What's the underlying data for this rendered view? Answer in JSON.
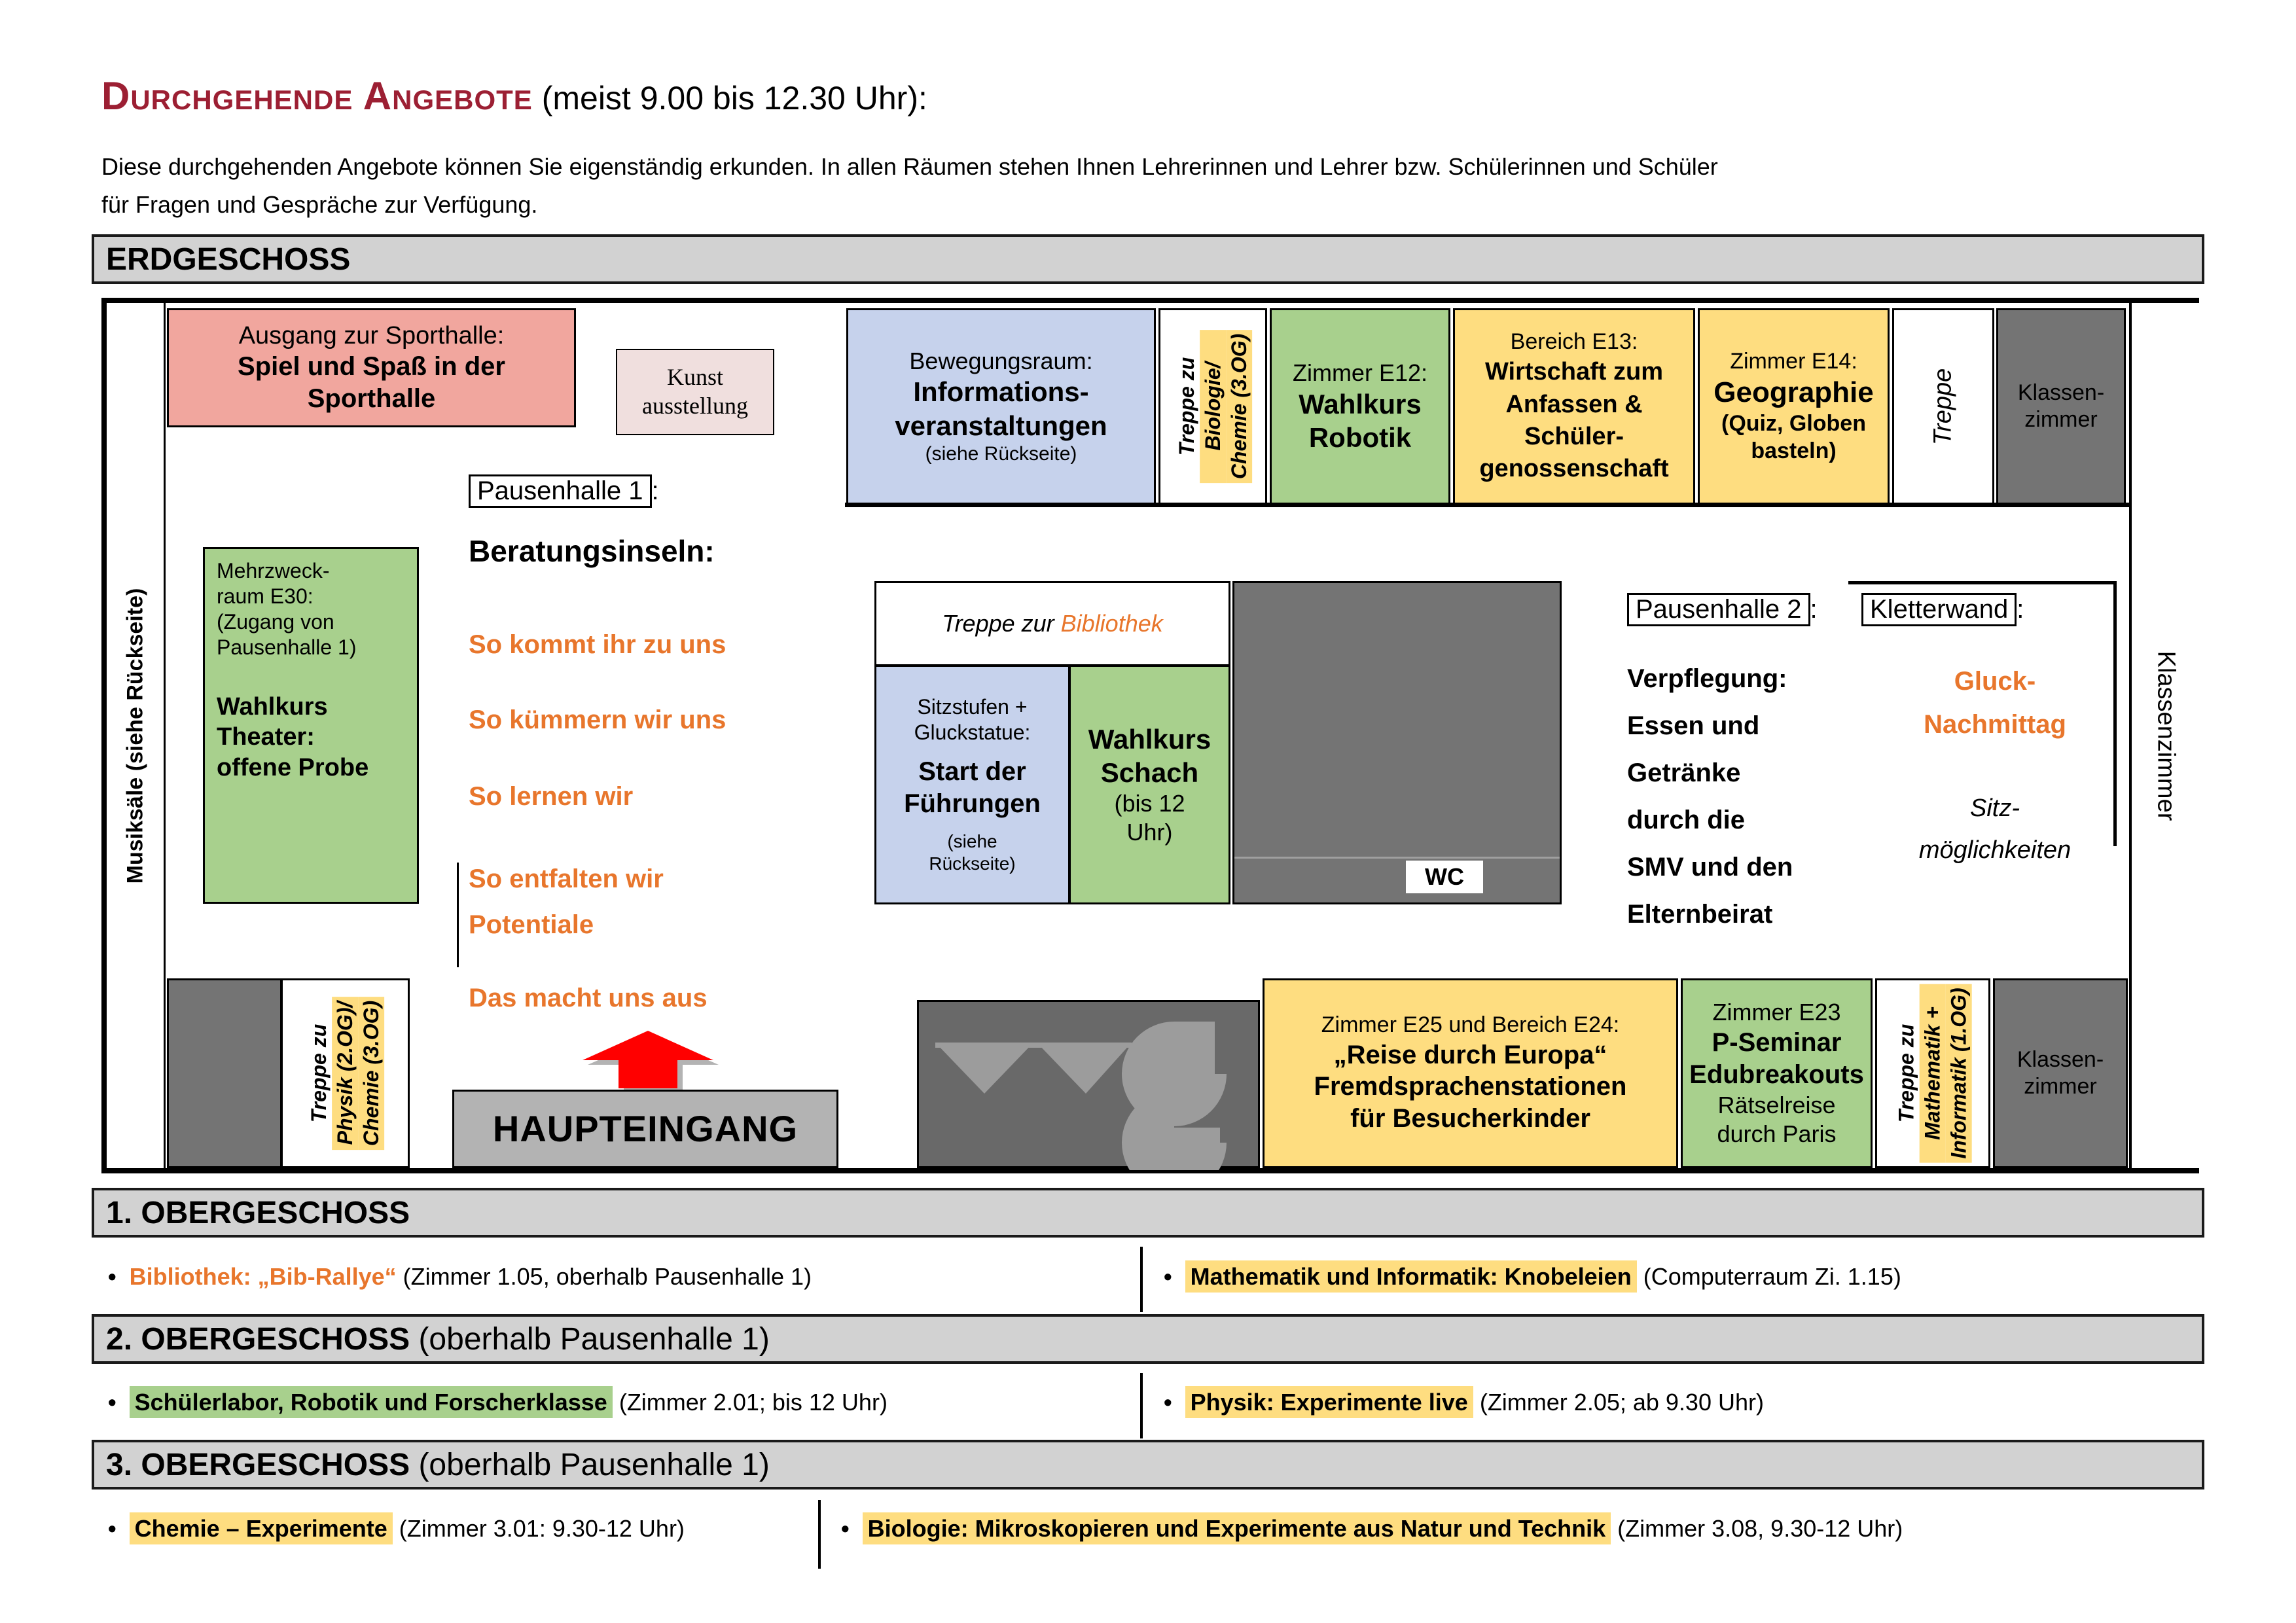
{
  "colors": {
    "title_red": "#9c1f33",
    "accent_orange": "#e8762c",
    "room_blue": "#c6d2ec",
    "room_pink": "#f1a69e",
    "room_palepink": "#f0dfde",
    "room_green": "#a8d08d",
    "room_yellow": "#fedd80",
    "room_darkgray": "#747474",
    "bar_gray": "#d2d2d2",
    "entrance_gray": "#b3b3b3",
    "arrow_red": "#ff0000"
  },
  "header": {
    "title": "Durchgehende Angebote",
    "title_suffix": " (meist 9.00 bis 12.30 Uhr):",
    "intro1": "Diese durchgehenden Angebote können Sie eigenständig erkunden. In allen Räumen stehen Ihnen Lehrerinnen und Lehrer bzw. Schülerinnen und Schüler",
    "intro2": "für Fragen und Gespräche zur Verfügung."
  },
  "bars": {
    "eg": "ERDGESCHOSS",
    "og1": "1. OBERGESCHOSS",
    "og2": "2. OBERGESCHOSS",
    "og2_rest": " (oberhalb Pausenhalle 1)",
    "og3": "3. OBERGESCHOSS",
    "og3_rest": " (oberhalb Pausenhalle 1)"
  },
  "lists": {
    "og1": [
      {
        "text": "Bibliothek: „Bib-Rallye“",
        "rest": " (Zimmer 1.05, oberhalb Pausenhalle 1)"
      },
      {
        "text": "Mathematik und Informatik: Knobeleien",
        "rest": " (Computerraum Zi. 1.15)"
      }
    ],
    "og2": [
      {
        "text": "Schülerlabor, Robotik und Forscherklasse",
        "rest": " (Zimmer 2.01; bis 12 Uhr)"
      },
      {
        "text": "Physik: Experimente live",
        "rest": " (Zimmer 2.05; ab 9.30 Uhr)"
      }
    ],
    "og3": [
      {
        "text": "Chemie – Experimente",
        "rest": " (Zimmer 3.01: 9.30-12 Uhr)"
      },
      {
        "text": "Biologie: Mikroskopieren und Experimente aus Natur und Technik",
        "rest": " (Zimmer 3.08, 9.30-12 Uhr)"
      }
    ]
  },
  "plan": {
    "musiksaele": "Musiksäle (siehe Rückseite)",
    "sporthalle": {
      "l1": "Ausgang zur Sporthalle:",
      "l2": "Spiel und Spaß in der",
      "l3": "Sporthalle"
    },
    "kunst": {
      "l1": "Kunst",
      "l2": "ausstellung"
    },
    "pausenhalle1": {
      "label": "Pausenhalle 1",
      "colon": ":"
    },
    "beratung": {
      "title": "Beratungsinseln:",
      "items": [
        "So kommt ihr zu uns",
        "So kümmern wir uns",
        "So lernen wir",
        "So entfalten wir\nPotentiale",
        "Das macht uns aus"
      ]
    },
    "e30": {
      "l1": "Mehrzweck-",
      "l2": "raum E30:",
      "l3": "(Zugang von",
      "l4": "Pausenhalle 1)",
      "l5": "Wahlkurs",
      "l6": "Theater:",
      "l7": "offene Probe"
    },
    "treppe_physik": {
      "plain": "Treppe zu",
      "hl1": "Physik (2.OG)/",
      "hl2": "Chemie (3.OG)"
    },
    "haupteingang": "HAUPTEINGANG",
    "bewegungsraum": {
      "l1": "Bewegungsraum:",
      "l2": "Informations-",
      "l3": "veranstaltungen",
      "l4": "(siehe Rückseite)"
    },
    "treppe_biologie": {
      "plain": "Treppe zu",
      "hl1": "Biologie/",
      "hl2": "Chemie (3.OG)"
    },
    "e12": {
      "l1": "Zimmer E12:",
      "l2": "Wahlkurs",
      "l3": "Robotik"
    },
    "e13": {
      "l1": "Bereich E13:",
      "l2": "Wirtschaft zum",
      "l3": "Anfassen &",
      "l4": "Schüler-",
      "l5": "genossenschaft"
    },
    "e14": {
      "l1": "Zimmer E14:",
      "l2": "Geographie",
      "l3": "(Quiz, Globen",
      "l4": "basteln)"
    },
    "treppe_og": "Treppe",
    "klassen_tr": {
      "l1": "Klassen-",
      "l2": "zimmer"
    },
    "klassenzimmer": "Klassenzimmer",
    "bibliothek": {
      "plain": "Treppe zur ",
      "accent": "Bibliothek"
    },
    "sitzstufen": {
      "l1": "Sitzstufen +",
      "l2": "Gluckstatue:",
      "l3": "Start der",
      "l4": "Führungen",
      "l5": "(siehe",
      "l6": "Rückseite)"
    },
    "schach": {
      "l1": "Wahlkurs",
      "l2": "Schach",
      "l3": "(bis 12",
      "l4": "Uhr)"
    },
    "wc": "WC",
    "pausenhalle2": {
      "label": "Pausenhalle 2",
      "colon": ":"
    },
    "kletterwand": {
      "label": "Kletterwand",
      "colon": ":"
    },
    "verpflegung": {
      "items": [
        "Verpflegung:",
        "Essen und",
        "Getränke",
        "durch die",
        "SMV und den",
        "Elternbeirat"
      ]
    },
    "gluck": {
      "l1": "Gluck-",
      "l2": "Nachmittag"
    },
    "sitzmoeglichkeiten": {
      "l1": "Sitz-",
      "l2": "möglichkeiten"
    },
    "e25": {
      "l1": "Zimmer E25 und Bereich E24:",
      "l2": "„Reise durch Europa“",
      "l3": "Fremdsprachenstationen",
      "l4": "für Besucherkinder"
    },
    "e23": {
      "l1": "Zimmer E23",
      "l2": "P-Seminar",
      "l3": "Edubreakouts",
      "l4": "Rätselreise",
      "l5": "durch Paris"
    },
    "treppe_mathe": {
      "plain": "Treppe zu",
      "hl1": "Mathematik +",
      "hl2": "Informatik (1.OG)"
    },
    "klassen_br": {
      "l1": "Klassen-",
      "l2": "zimmer"
    }
  }
}
